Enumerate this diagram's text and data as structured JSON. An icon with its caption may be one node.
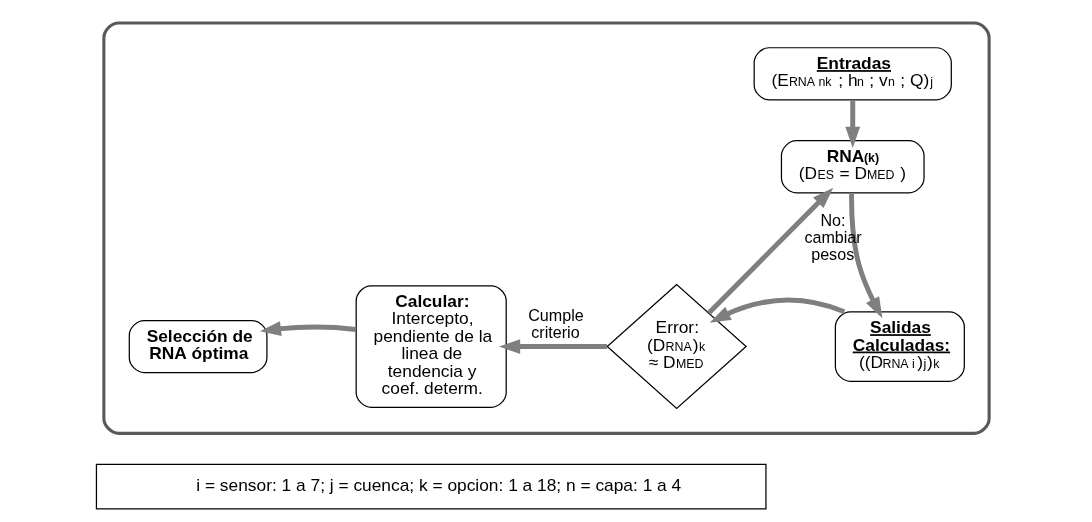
{
  "diagram": {
    "nodes": [
      {
        "text": [],
        "shape": "box"
      },
      {
        "text": [
          "Entradas",
          "(E$_{RNA nk}$ ; h$_{n}$ ; v$_{n}$ ; Q)$_{j}$"
        ],
        "in": 0
      },
      {
        "text": [
          "RNA$_{(k)}$",
          "(D$_{ES}$ = D$_{MED}$ )"
        ],
        "in": 0
      },
      {
        "text": [
          "Salidas Calculadas:",
          "((D$_{RNA i}$)$_{j}$)$_{k}$"
        ],
        "in": 0
      },
      {
        "text": [
          "Error: (D$_{RNA}$)$_{k}$ ≈ D$_{MED}$"
        ],
        "in": 0
      },
      {
        "text": [
          "Calcular:",
          "Intercepto, pendiente de la linea de tendencia y coef. determ."
        ],
        "in": 0
      },
      {
        "text": [
          "Selección de RNA óptima"
        ],
        "in": 0
      },
      {
        "text": [
          "i = sensor: 1 a 7; j = cuenca; k = opcion: 1 a 18; n = capa: 1 a 4"
        ]
      }
    ],
    "edges": [
      {
        "from": 1,
        "to": 2,
        "arrow": "to"
      },
      {
        "from": 2,
        "to": 3,
        "arrow": "to"
      },
      {
        "from": 3,
        "to": 4,
        "arrow": "to"
      },
      {
        "from": 4,
        "to": 5,
        "arrow": "to",
        "label": "Cumple criterio"
      },
      {
        "from": 5,
        "to": 6,
        "arrow": "to"
      },
      {
        "from": 4,
        "to": 2,
        "arrow": "to",
        "label": "No: cambiar pesos"
      }
    ]
  }
}
